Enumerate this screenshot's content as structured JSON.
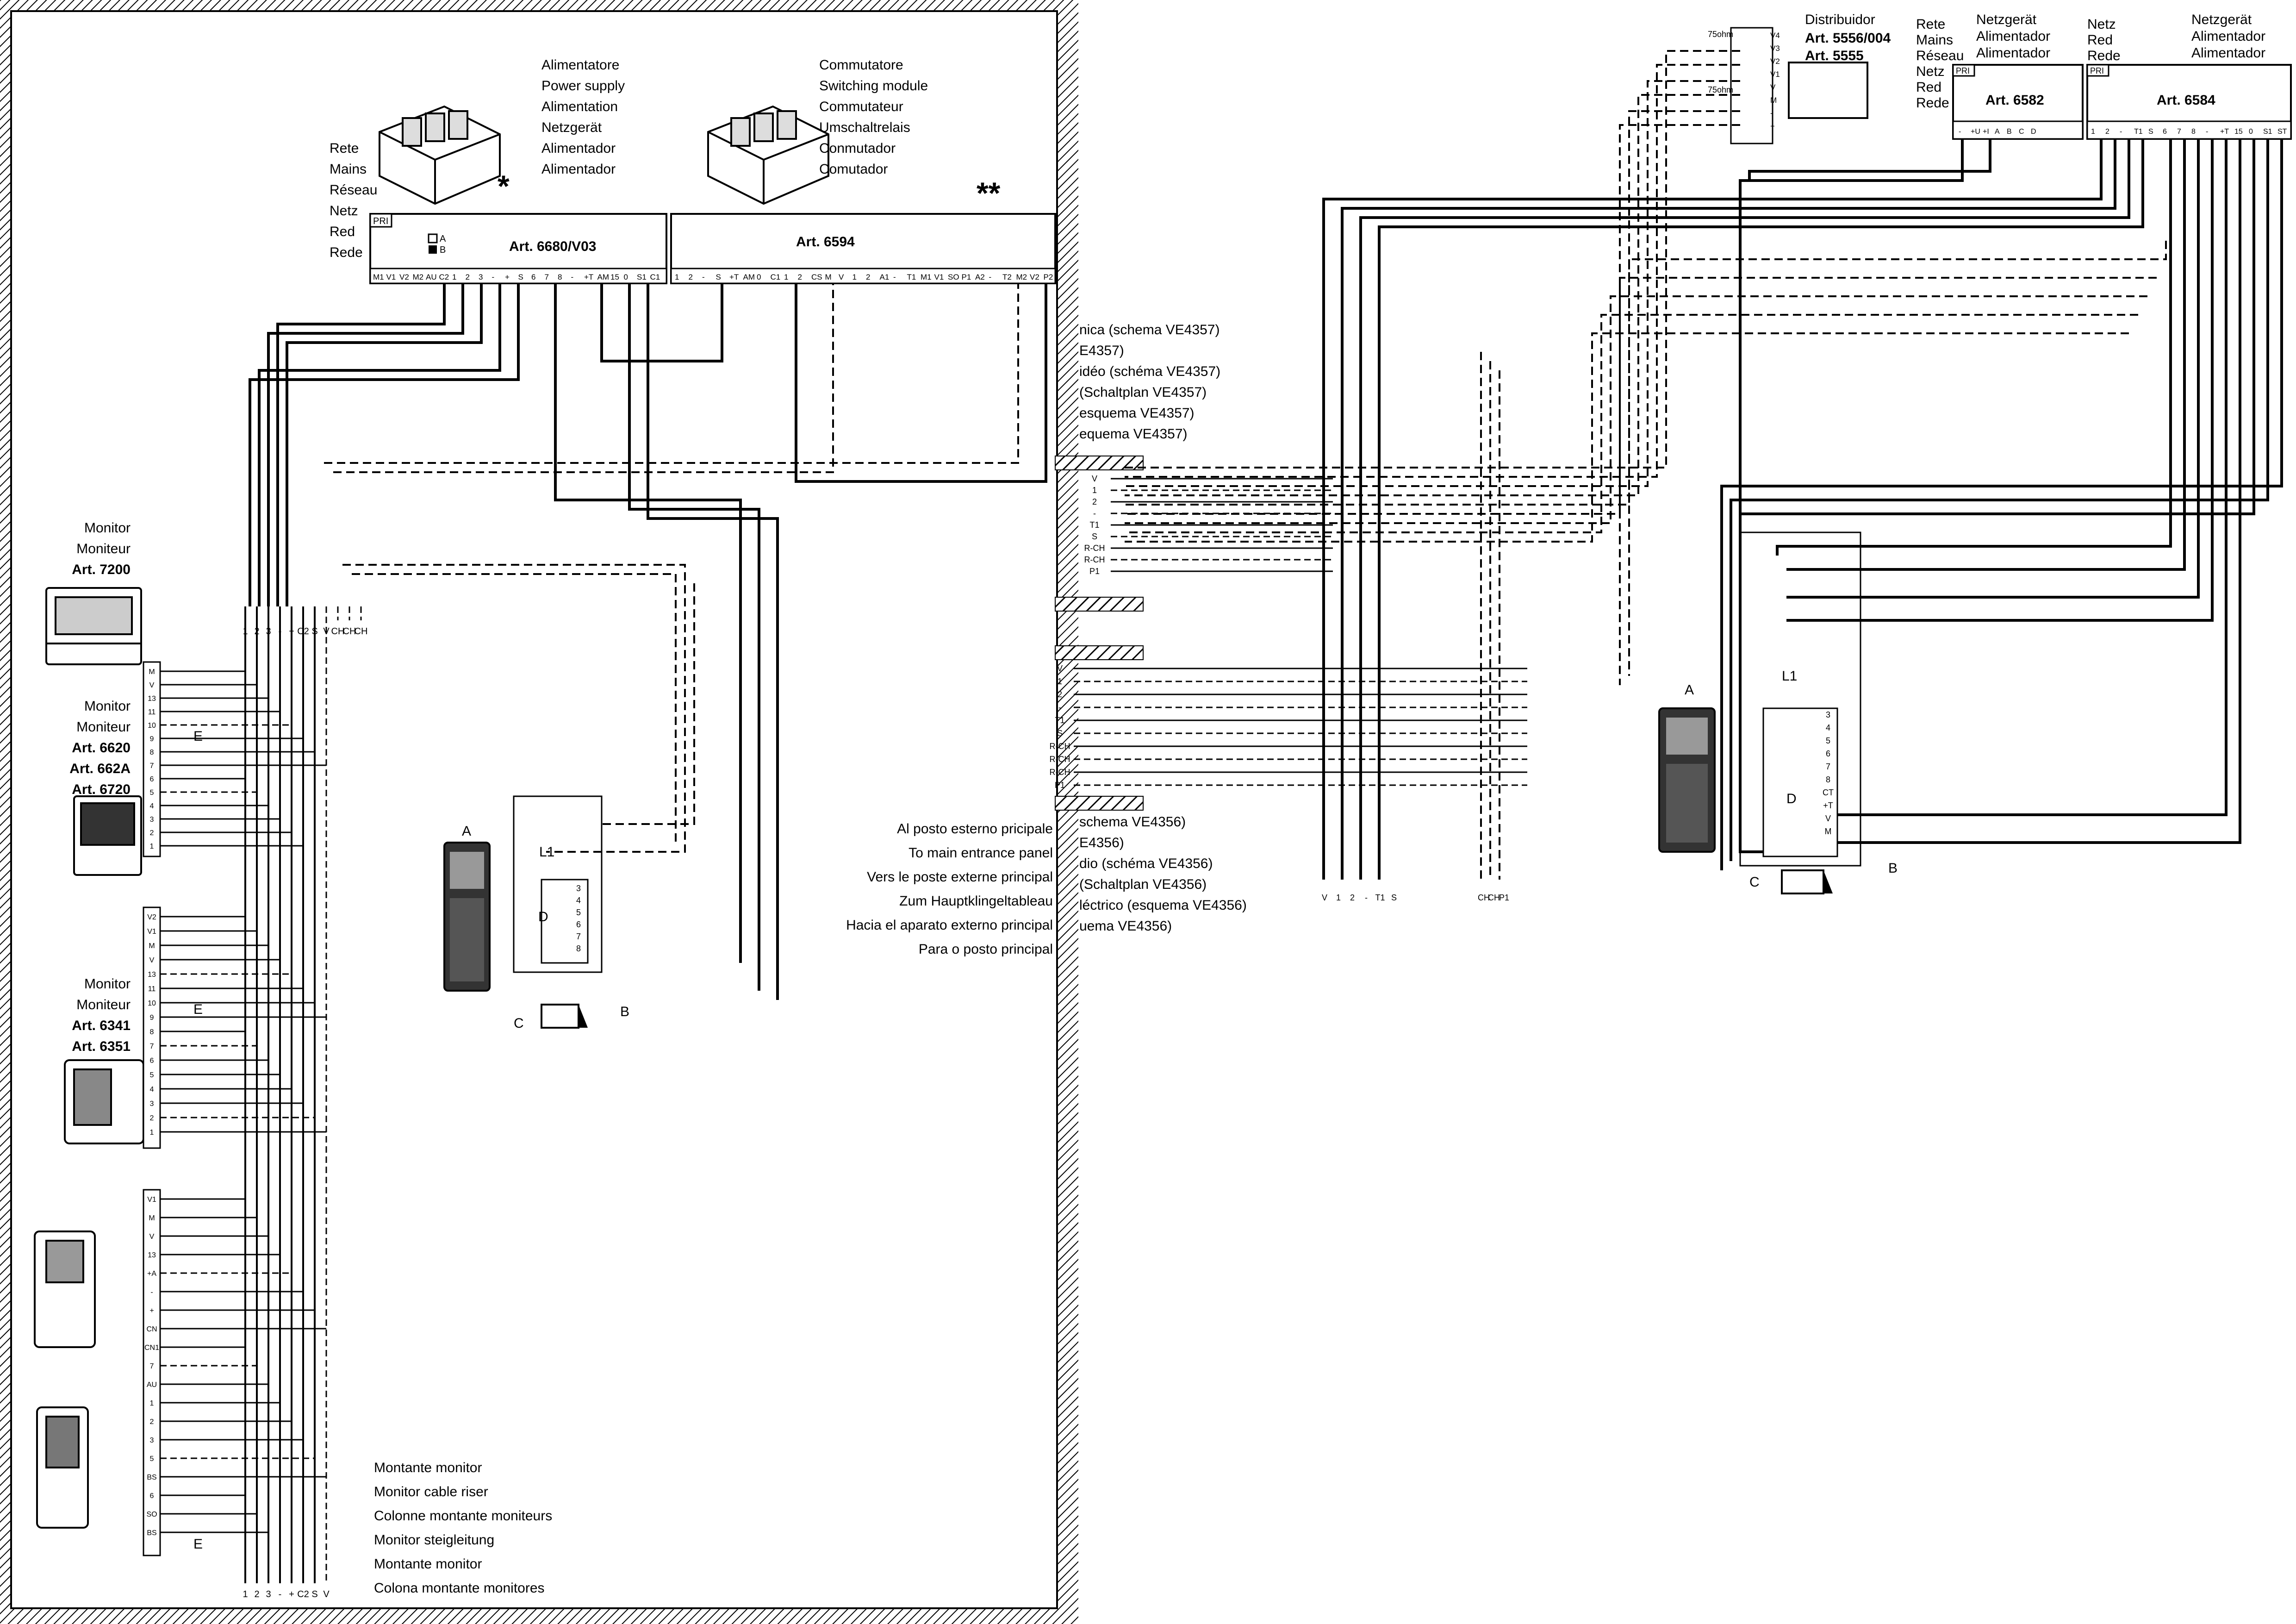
{
  "power_supply": {
    "title_lines": [
      "Alimentatore",
      "Power supply",
      "Alimentation",
      "Netzgerät",
      "Alimentador",
      "Alimentador"
    ],
    "article": "Art. 6680/V03",
    "mark": "*",
    "pri": "PRI",
    "switch_a": "A",
    "switch_b": "B",
    "terminals": [
      "M1",
      "V1",
      "V2",
      "M2",
      "AU",
      "C2",
      "1",
      "2",
      "3",
      "-",
      "+",
      "S",
      "6",
      "7",
      "8",
      "-",
      "+T",
      "AM",
      "15",
      "0",
      "S1",
      "C1"
    ]
  },
  "mains": {
    "lines": [
      "Rete",
      "Mains",
      "Réseau",
      "Netz",
      "Red",
      "Rede"
    ]
  },
  "switching_module": {
    "title_lines": [
      "Commutatore",
      "Switching module",
      "Commutateur",
      "Umschaltrelais",
      "Conmutador",
      "Comutador"
    ],
    "article": "Art. 6594",
    "mark": "**",
    "terminals": [
      "1",
      "2",
      "-",
      "S",
      "+T",
      "AM",
      "0",
      "C1",
      "1",
      "2",
      "CS",
      "M",
      "V",
      "1",
      "2",
      "A1",
      "-",
      "T1",
      "M1",
      "V1",
      "SO",
      "P1",
      "A2",
      "-",
      "T2",
      "M2",
      "V2",
      "P2"
    ]
  },
  "monitors": [
    {
      "lines": [
        "Monitor",
        "Moniteur",
        "Art. 7200"
      ]
    },
    {
      "lines": [
        "Monitor",
        "Moniteur",
        "Art. 6620",
        "Art. 662A",
        "Art. 6720"
      ]
    },
    {
      "lines": [
        "Monitor",
        "Moniteur",
        "Art. 6341",
        "Art. 6351"
      ]
    }
  ],
  "left_riser_top_labels": [
    "1",
    "2",
    "3",
    "-",
    "+",
    "C2",
    "S",
    "V",
    "CH",
    "CH",
    "CH"
  ],
  "left_riser_bottom_labels": [
    "1",
    "2",
    "3",
    "-",
    "+",
    "C2",
    "S",
    "V"
  ],
  "riser": {
    "lines": [
      "Montante monitor",
      "Monitor cable riser",
      "Colonne montante moniteurs",
      "Monitor steigleitung",
      "Montante monitor",
      "Colona montante monitores"
    ]
  },
  "main_entrance": {
    "lines": [
      "Al posto esterno pricipale",
      "To main entrance panel",
      "Vers le poste externe principal",
      "Zum Hauptklingeltableau",
      "Hacia el aparato externo principal",
      "Para o posto principal"
    ]
  },
  "scheme_upper": {
    "lines": [
      "nica (schema VE4357)",
      "E4357)",
      "idéo (schéma VE4357)",
      "(Schaltplan VE4357)",
      "esquema VE4357)",
      "equema VE4357)"
    ]
  },
  "scheme_lower": {
    "lines": [
      "schema VE4356)",
      "E4356)",
      "dio (schéma VE4356)",
      "(Schaltplan VE4356)",
      "léctrico (esquema VE4356)",
      "uema VE4356)"
    ]
  },
  "connector_labels_upper": [
    "V",
    "1",
    "2",
    "-",
    "T1",
    "S",
    "R-CH",
    "R-CH",
    "P1"
  ],
  "connector_labels_lower": [
    "V",
    "1",
    "2",
    "-",
    "T1",
    "S",
    "R-CH",
    "R-CH",
    "R-CH",
    "P1"
  ],
  "right_bottom_labels_a": [
    "V",
    "1",
    "2",
    "-",
    "T1",
    "S"
  ],
  "right_bottom_labels_b": [
    "CH",
    "CH",
    "P1"
  ],
  "distributor": {
    "lines": [
      "Distribuidor",
      "Art. 5556/004",
      "Art. 5555"
    ],
    "ohm_labels": [
      "75ohm",
      "75ohm"
    ],
    "terminals": [
      "V4",
      "V3",
      "V2",
      "V1",
      "V",
      "M",
      "-",
      "+"
    ]
  },
  "supply_6582": {
    "mains_lines": [
      "Rete",
      "Mains",
      "Réseau",
      "Netz",
      "Red",
      "Rede"
    ],
    "title_lines": [
      "Netzgerät",
      "Alimentador",
      "Alimentador"
    ],
    "article": "Art. 6582",
    "pri": "PRI",
    "terminals": [
      "-",
      "+U",
      "+I",
      "A",
      "B",
      "C",
      "D"
    ]
  },
  "supply_6584": {
    "mains_lines": [
      "Netz",
      "Red",
      "Rede"
    ],
    "title_lines": [
      "Netzgerät",
      "Alimentador",
      "Alimentador"
    ],
    "article": "Art. 6584",
    "pri": "PRI",
    "terminals": [
      "1",
      "2",
      "-",
      "T1",
      "S",
      "6",
      "7",
      "8",
      "-",
      "+T",
      "15",
      "0",
      "S1",
      "ST"
    ]
  },
  "panel_left": {
    "label_a": "A",
    "label_b": "B",
    "label_c": "C",
    "label_d": "D",
    "label_l1": "L1",
    "terminals": [
      "3",
      "4",
      "5",
      "6",
      "7",
      "8"
    ]
  },
  "panel_right": {
    "label_a": "A",
    "label_b": "B",
    "label_c": "C",
    "label_d": "D",
    "label_l1": "L1",
    "terminals": [
      "3",
      "4",
      "5",
      "6",
      "7",
      "8",
      "CT",
      "+T",
      "V",
      "M"
    ]
  },
  "monitor_6620_terminals": [
    "M",
    "V",
    "13",
    "11",
    "10",
    "9",
    "8",
    "7",
    "6",
    "5",
    "4",
    "3",
    "2",
    "1"
  ],
  "monitor_6341_terminals": [
    "V2",
    "V1",
    "M",
    "V",
    "13",
    "11",
    "10",
    "9",
    "8",
    "7",
    "6",
    "5",
    "4",
    "3",
    "2",
    "1"
  ],
  "monitor_bottom_terminals": [
    "V1",
    "M",
    "V",
    "13",
    "+A",
    "-",
    "+",
    "CN",
    "CN1",
    "7",
    "AU",
    "1",
    "2",
    "3",
    "5",
    "BS",
    "6",
    "SO",
    "BS"
  ],
  "switch_label": "E",
  "chart_data": {
    "type": "wiring-diagram",
    "components": [
      "Art. 6680/V03",
      "Art. 6594",
      "Art. 7200",
      "Art. 6620",
      "Art. 662A",
      "Art. 6720",
      "Art. 6341",
      "Art. 6351",
      "Art. 5556/004",
      "Art. 5555",
      "Art. 6582",
      "Art. 6584"
    ]
  }
}
